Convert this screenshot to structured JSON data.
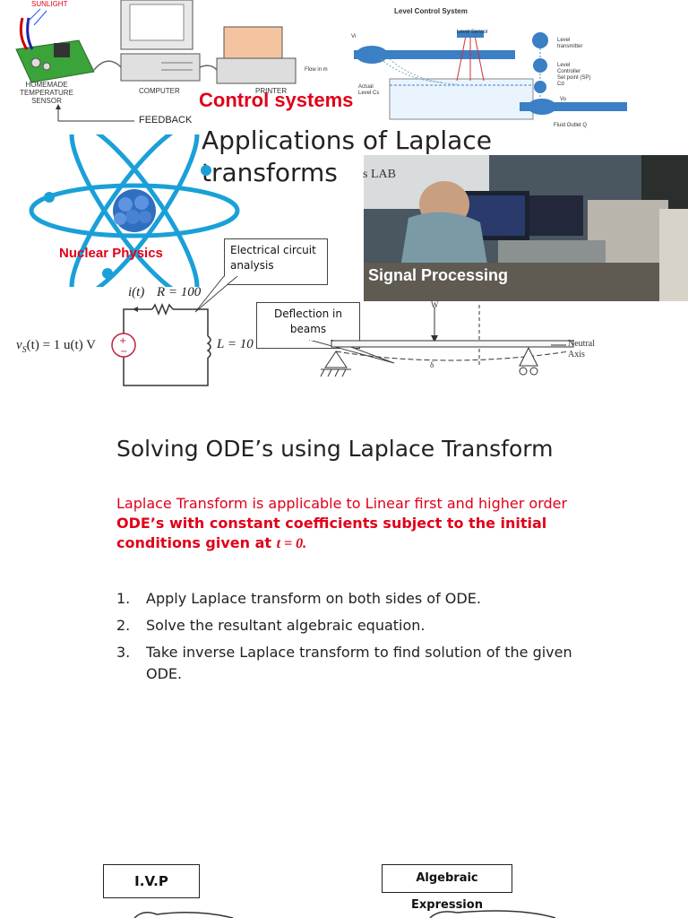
{
  "slide1": {
    "title_line1": "Applications of Laplace",
    "title_line2": "transforms",
    "control_systems_label": "Control systems",
    "control_diagram": {
      "sunlight": "SUNLIGHT",
      "sensor": [
        "HOMEMADE",
        "TEMPERATURE",
        "SENSOR"
      ],
      "computer": "COMPUTER",
      "printer": "PRINTER",
      "feedback": "FEEDBACK"
    },
    "level_diagram": {
      "title": "Level Control System",
      "level_sensor": "Level Sensor",
      "vi": "Vi",
      "flow_in": "Flow in m",
      "level_transmitter": [
        "Level",
        "transmitter"
      ],
      "level_controller": [
        "Level",
        "Controller",
        "Set point (SP)",
        "Cd"
      ],
      "actual_level": [
        "Actual",
        "Level Cs"
      ],
      "vo": "Vo",
      "fluid_outlet": "Fluid Outlet Q"
    },
    "nuclear_label": "Nuclear Physics",
    "circuit_callout": [
      "Electrical circuit",
      "analysis"
    ],
    "signal_label": "Signal Processing",
    "lab_sign": "s LAB",
    "deflection_callout": [
      "Deflection in",
      "beams"
    ],
    "circuit": {
      "current": "i(t)",
      "resistor": "R = 100",
      "source": "v",
      "source_sub": "S",
      "source_rest": "(t) = 1 u(t) V",
      "inductor": "L = 10"
    },
    "beam": {
      "load": "W",
      "neutral": [
        "Neutral",
        "Axis"
      ],
      "delta": "δ"
    }
  },
  "slide2": {
    "title": "Solving ODE’s using Laplace Transform",
    "intro_normal": "Laplace Transform is applicable to Linear first and higher order ",
    "intro_bold": "ODE’s with constant coefficients subject to the initial conditions given at ",
    "intro_math": "t = 0.",
    "steps": [
      {
        "num": "1.",
        "text": "Apply Laplace transform on both sides of ODE."
      },
      {
        "num": "2.",
        "text": "Solve the resultant algebraic equation."
      },
      {
        "num": "3.",
        "text": "Take inverse Laplace transform to find solution of the given ODE."
      }
    ]
  },
  "slide3": {
    "ivp_label": "I.V.P",
    "algebraic_label": "Algebraic Expression"
  }
}
